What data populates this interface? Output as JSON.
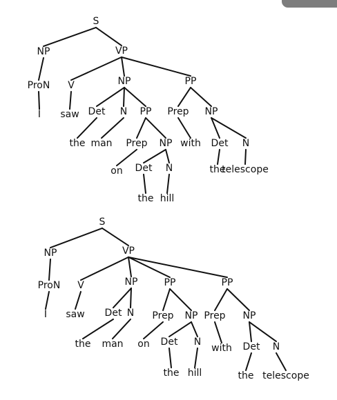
{
  "colors": {
    "ink": "#111111",
    "background": "#ffffff",
    "corner_tab": "#7d7d7d"
  },
  "trees": [
    {
      "nodes": [
        {
          "id": "S",
          "label": "S"
        },
        {
          "id": "NP1",
          "label": "NP",
          "parent": "S"
        },
        {
          "id": "VP",
          "label": "VP",
          "parent": "S"
        },
        {
          "id": "ProN",
          "label": "ProN",
          "parent": "NP1"
        },
        {
          "id": "I",
          "label": "I",
          "parent": "ProN"
        },
        {
          "id": "V",
          "label": "V",
          "parent": "VP"
        },
        {
          "id": "saw",
          "label": "saw",
          "parent": "V"
        },
        {
          "id": "NP2",
          "label": "NP",
          "parent": "VP"
        },
        {
          "id": "PP1",
          "label": "PP",
          "parent": "VP"
        },
        {
          "id": "Det1",
          "label": "Det",
          "parent": "NP2"
        },
        {
          "id": "the1",
          "label": "the",
          "parent": "Det1"
        },
        {
          "id": "N1",
          "label": "N",
          "parent": "NP2"
        },
        {
          "id": "man",
          "label": "man",
          "parent": "N1"
        },
        {
          "id": "PP2",
          "label": "PP",
          "parent": "NP2"
        },
        {
          "id": "Prep1",
          "label": "Prep",
          "parent": "PP2"
        },
        {
          "id": "on",
          "label": "on",
          "parent": "Prep1"
        },
        {
          "id": "NP3",
          "label": "NP",
          "parent": "PP2"
        },
        {
          "id": "Det2",
          "label": "Det",
          "parent": "NP3"
        },
        {
          "id": "the2",
          "label": "the",
          "parent": "Det2"
        },
        {
          "id": "N2",
          "label": "N",
          "parent": "NP3"
        },
        {
          "id": "hill",
          "label": "hill",
          "parent": "N2"
        },
        {
          "id": "Prep2",
          "label": "Prep",
          "parent": "PP1"
        },
        {
          "id": "with",
          "label": "with",
          "parent": "Prep2"
        },
        {
          "id": "NP4",
          "label": "NP",
          "parent": "PP1"
        },
        {
          "id": "Det3",
          "label": "Det",
          "parent": "NP4"
        },
        {
          "id": "the3",
          "label": "the",
          "parent": "Det3"
        },
        {
          "id": "N3",
          "label": "N",
          "parent": "NP4"
        },
        {
          "id": "telescope",
          "label": "telescope",
          "parent": "N3"
        }
      ]
    },
    {
      "nodes": [
        {
          "id": "S",
          "label": "S"
        },
        {
          "id": "NP1",
          "label": "NP",
          "parent": "S"
        },
        {
          "id": "VP",
          "label": "VP",
          "parent": "S"
        },
        {
          "id": "ProN",
          "label": "ProN",
          "parent": "NP1"
        },
        {
          "id": "I",
          "label": "I",
          "parent": "ProN"
        },
        {
          "id": "V",
          "label": "V",
          "parent": "VP"
        },
        {
          "id": "saw",
          "label": "saw",
          "parent": "V"
        },
        {
          "id": "NP2",
          "label": "NP",
          "parent": "VP"
        },
        {
          "id": "PP1",
          "label": "PP",
          "parent": "VP"
        },
        {
          "id": "PP2",
          "label": "PP",
          "parent": "VP"
        },
        {
          "id": "Det1",
          "label": "Det",
          "parent": "NP2"
        },
        {
          "id": "the1",
          "label": "the",
          "parent": "Det1"
        },
        {
          "id": "N1",
          "label": "N",
          "parent": "NP2"
        },
        {
          "id": "man",
          "label": "man",
          "parent": "N1"
        },
        {
          "id": "Prep1",
          "label": "Prep",
          "parent": "PP1"
        },
        {
          "id": "on",
          "label": "on",
          "parent": "Prep1"
        },
        {
          "id": "NP3",
          "label": "NP",
          "parent": "PP1"
        },
        {
          "id": "Det2",
          "label": "Det",
          "parent": "NP3"
        },
        {
          "id": "the2",
          "label": "the",
          "parent": "Det2"
        },
        {
          "id": "N2",
          "label": "N",
          "parent": "NP3"
        },
        {
          "id": "hill",
          "label": "hill",
          "parent": "N2"
        },
        {
          "id": "Prep2",
          "label": "Prep",
          "parent": "PP2"
        },
        {
          "id": "with",
          "label": "with",
          "parent": "Prep2"
        },
        {
          "id": "NP4",
          "label": "NP",
          "parent": "PP2"
        },
        {
          "id": "Det3",
          "label": "Det",
          "parent": "NP4"
        },
        {
          "id": "the3",
          "label": "the",
          "parent": "Det3"
        },
        {
          "id": "N3",
          "label": "N",
          "parent": "NP4"
        },
        {
          "id": "telescope",
          "label": "telescope",
          "parent": "N3"
        }
      ]
    }
  ]
}
